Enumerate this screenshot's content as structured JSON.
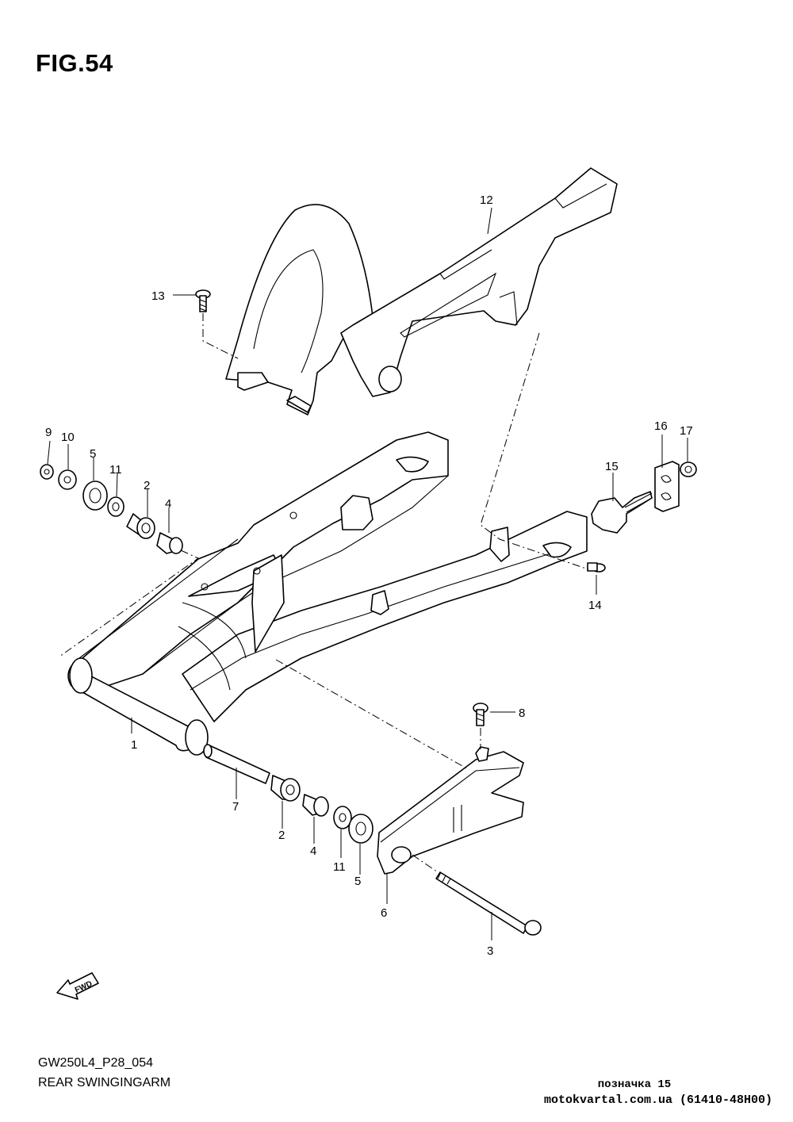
{
  "figure": {
    "title": "FIG.54"
  },
  "footer": {
    "code": "GW250L4_P28_054",
    "caption": "REAR SWINGINGARM",
    "note": "позначка 15",
    "site": "motokvartal.com.ua (61410-48H00)"
  },
  "fwd_label": "FWD",
  "callouts": [
    {
      "id": "c1",
      "num": "1"
    },
    {
      "id": "c2a",
      "num": "2"
    },
    {
      "id": "c2b",
      "num": "2"
    },
    {
      "id": "c3",
      "num": "3"
    },
    {
      "id": "c4a",
      "num": "4"
    },
    {
      "id": "c4b",
      "num": "4"
    },
    {
      "id": "c5a",
      "num": "5"
    },
    {
      "id": "c5b",
      "num": "5"
    },
    {
      "id": "c6",
      "num": "6"
    },
    {
      "id": "c7",
      "num": "7"
    },
    {
      "id": "c8",
      "num": "8"
    },
    {
      "id": "c9",
      "num": "9"
    },
    {
      "id": "c10",
      "num": "10"
    },
    {
      "id": "c11a",
      "num": "11"
    },
    {
      "id": "c11b",
      "num": "11"
    },
    {
      "id": "c12",
      "num": "12"
    },
    {
      "id": "c13",
      "num": "13"
    },
    {
      "id": "c14",
      "num": "14"
    },
    {
      "id": "c15",
      "num": "15"
    },
    {
      "id": "c16",
      "num": "16"
    },
    {
      "id": "c17",
      "num": "17"
    }
  ]
}
